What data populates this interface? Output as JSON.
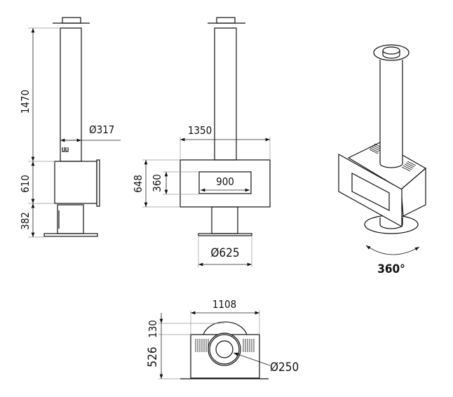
{
  "side_view": {
    "flue_height": "1470",
    "body_height": "610",
    "stand_height": "382",
    "flue_diameter": "Ø317"
  },
  "front_view": {
    "width": "1350",
    "body_height": "648",
    "window_height": "360",
    "window_width": "900",
    "base_diameter": "Ø625"
  },
  "iso_view": {
    "rotation_label": "360°"
  },
  "top_view": {
    "width": "1108",
    "rear_offset": "130",
    "depth": "526",
    "outlet_diameter": "Ø250"
  }
}
